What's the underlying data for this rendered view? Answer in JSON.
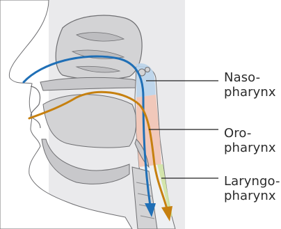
{
  "labels": {
    "nasopharynx": {
      "line1": "Naso-",
      "line2": "pharynx"
    },
    "oropharynx": {
      "line1": "Oro-",
      "line2": "pharynx"
    },
    "laryngopharynx": {
      "line1": "Laryngo-",
      "line2": "pharynx"
    }
  },
  "colors": {
    "background_panel": "#eaeaec",
    "tissue": "#d3d3d5",
    "tissue_stroke": "#6f6f72",
    "nasopharynx_region": "#b9d3ea",
    "oropharynx_region": "#f1c3b4",
    "laryngopharynx_region": "#cfe3a3",
    "air_path": "#1f6fb6",
    "food_path": "#c6800f",
    "leader_line": "#222222"
  }
}
